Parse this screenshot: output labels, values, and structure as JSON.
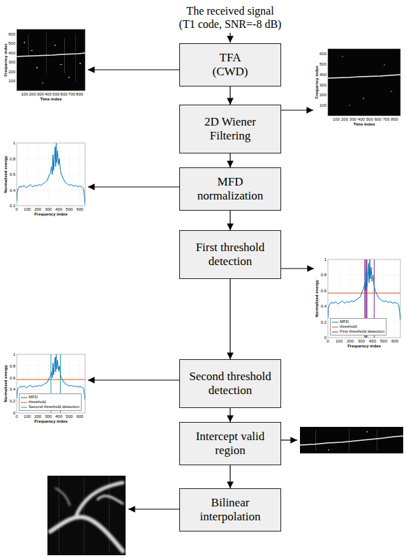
{
  "diagram": {
    "title": "The received signal (T1 code, SNR=-8 dB)",
    "nodes": [
      {
        "text": [
          "TFA (CWD)"
        ]
      },
      {
        "text": [
          "2D Wiener Filtering"
        ]
      },
      {
        "text": [
          "MFD normalization"
        ]
      },
      {
        "text": [
          "First threshold detection"
        ]
      },
      {
        "text": [
          "Second threshold detection"
        ]
      },
      {
        "text": [
          "Intercept valid region"
        ]
      },
      {
        "text": [
          "Bilinear interpolation"
        ]
      }
    ],
    "edges": [
      {
        "from": 0,
        "to": 1,
        "arrow": "to"
      },
      {
        "from": 1,
        "to": 2,
        "arrow": "to"
      },
      {
        "from": 2,
        "to": 3,
        "arrow": "to"
      },
      {
        "from": 3,
        "to": 4,
        "arrow": "to"
      },
      {
        "from": 4,
        "to": 5,
        "arrow": "to"
      },
      {
        "from": 5,
        "to": 6,
        "arrow": "to"
      }
    ],
    "labels": [
      "Frequency index",
      "600",
      "500",
      "400",
      "300",
      "200",
      "100",
      "100",
      "200",
      "300",
      "400",
      "500",
      "600",
      "700",
      "800",
      "Time index",
      "Frequency index",
      "600",
      "500",
      "400",
      "300",
      "200",
      "100",
      "100",
      "200",
      "300",
      "400",
      "500",
      "600",
      "700",
      "800",
      "Time index",
      "Normalized energy",
      "1",
      "0.8",
      "0.6",
      "0.4",
      "0.2",
      "0",
      "100",
      "200",
      "300",
      "400",
      "500",
      "600",
      "Frequency index",
      "Normalized energy",
      "1",
      "0.8",
      "0.6",
      "0.4",
      "0.2",
      "0",
      "0",
      "100",
      "200",
      "300",
      "400",
      "500",
      "600",
      "Frequency index",
      "Normalized energy",
      "1",
      "0.8",
      "0.6",
      "0.4",
      "0.2",
      "0",
      "0",
      "100",
      "200",
      "300",
      "400",
      "500",
      "600",
      "Frequency index"
    ],
    "legend": [
      {
        "text": "MFD"
      },
      {
        "text": "threshold"
      },
      {
        "text": "First threshold detection"
      },
      {
        "text": "MFD"
      },
      {
        "text": "threshold"
      },
      {
        "text": "Second threshold detection"
      }
    ]
  }
}
